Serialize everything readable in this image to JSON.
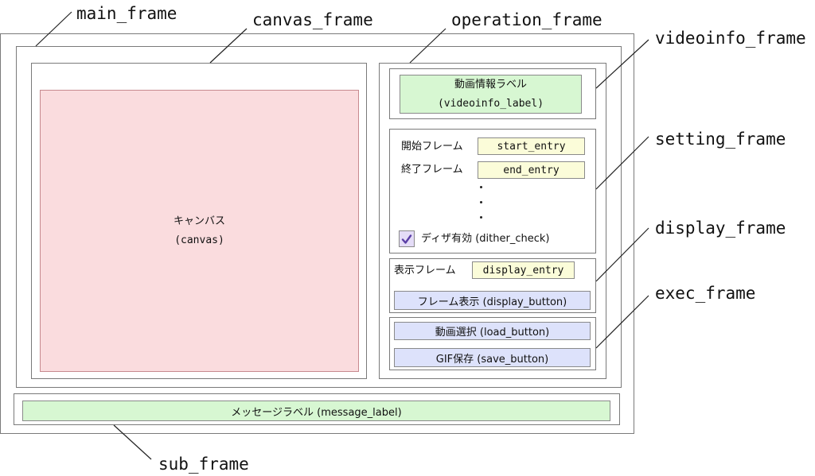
{
  "titles": {
    "main_frame": "main_frame",
    "canvas_frame": "canvas_frame",
    "operation_frame": "operation_frame",
    "videoinfo_frame": "videoinfo_frame",
    "setting_frame": "setting_frame",
    "display_frame": "display_frame",
    "exec_frame": "exec_frame",
    "sub_frame": "sub_frame"
  },
  "canvas": {
    "line1": "キャンバス",
    "line2": "(canvas)"
  },
  "videoinfo_label": {
    "line1": "動画情報ラベル",
    "line2": "(videoinfo_label)"
  },
  "settings": {
    "start_label": "開始フレーム",
    "start_entry": "start_entry",
    "end_label": "終了フレーム",
    "end_entry": "end_entry",
    "dither_label": "ディザ有効 (dither_check)",
    "dither_checked": true
  },
  "display": {
    "label": "表示フレーム",
    "entry": "display_entry",
    "button": "フレーム表示 (display_button)"
  },
  "exec": {
    "load_button": "動画選択 (load_button)",
    "save_button": "GIF保存 (save_button)"
  },
  "message_label": "メッセージラベル (message_label)",
  "colors": {
    "canvas": "#fadcde",
    "label_green": "#d7f7d2",
    "entry_yellow": "#fbfcd9",
    "button_blue": "#dde2fb",
    "check_purple": "#e4dcf7",
    "check_mark": "#5b3fa6"
  }
}
